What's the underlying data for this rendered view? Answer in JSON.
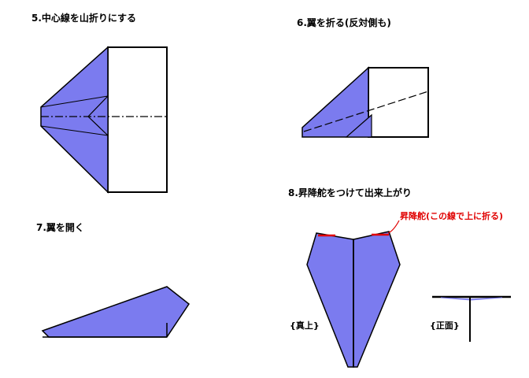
{
  "steps": {
    "s5": {
      "label": "5.中心線を山折りにする"
    },
    "s6": {
      "label": "6.翼を折る(反対側も)"
    },
    "s7": {
      "label": "7.翼を開く"
    },
    "s8": {
      "label": "8.昇降舵をつけて出来上がり"
    }
  },
  "annotations": {
    "elevator": "昇降舵(この線で上に折る)",
    "top_view": "{真上}",
    "front_view": "{正面}"
  },
  "colors": {
    "wing_fill": "#7b7bef",
    "outline": "#000000",
    "paper": "#ffffff",
    "elevator_line": "#e00000"
  }
}
